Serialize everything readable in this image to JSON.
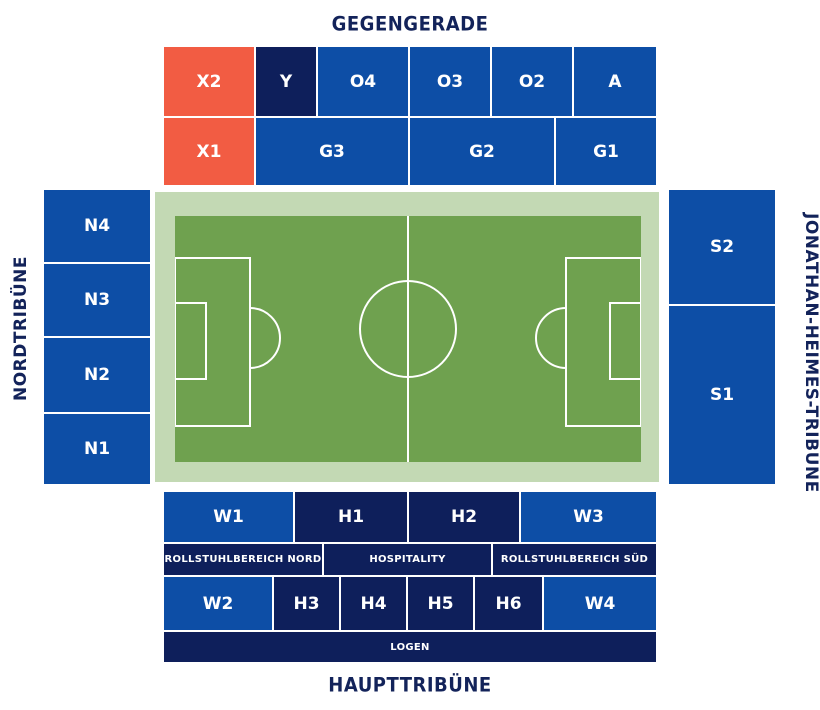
{
  "labels": {
    "top": "GEGENGERADE",
    "bottom": "HAUPTTRIBÜNE",
    "left": "NORDTRIBÜNE",
    "right": "JONATHAN-HEIMES-TRIBÜNE"
  },
  "colors": {
    "standard": "#0d4ea6",
    "dark": "#0e1f5b",
    "away": "#f25c43",
    "pitch": "#6fa14f",
    "pitch_border": "#c3d9b4",
    "label": "#13235a"
  },
  "sections": {
    "X2": "X2",
    "Y": "Y",
    "O4": "O4",
    "O3": "O3",
    "O2": "O2",
    "A": "A",
    "X1": "X1",
    "G3": "G3",
    "G2": "G2",
    "G1": "G1",
    "N4": "N4",
    "N3": "N3",
    "N2": "N2",
    "N1": "N1",
    "S2": "S2",
    "S1": "S1",
    "W1": "W1",
    "H1": "H1",
    "H2": "H2",
    "W3": "W3",
    "RN": "ROLLSTUHLBEREICH NORD",
    "HOSP": "HOSPITALITY",
    "RS": "ROLLSTUHLBEREICH SÜD",
    "W2": "W2",
    "H3": "H3",
    "H4": "H4",
    "H5": "H5",
    "H6": "H6",
    "W4": "W4",
    "LOGEN": "LOGEN"
  }
}
